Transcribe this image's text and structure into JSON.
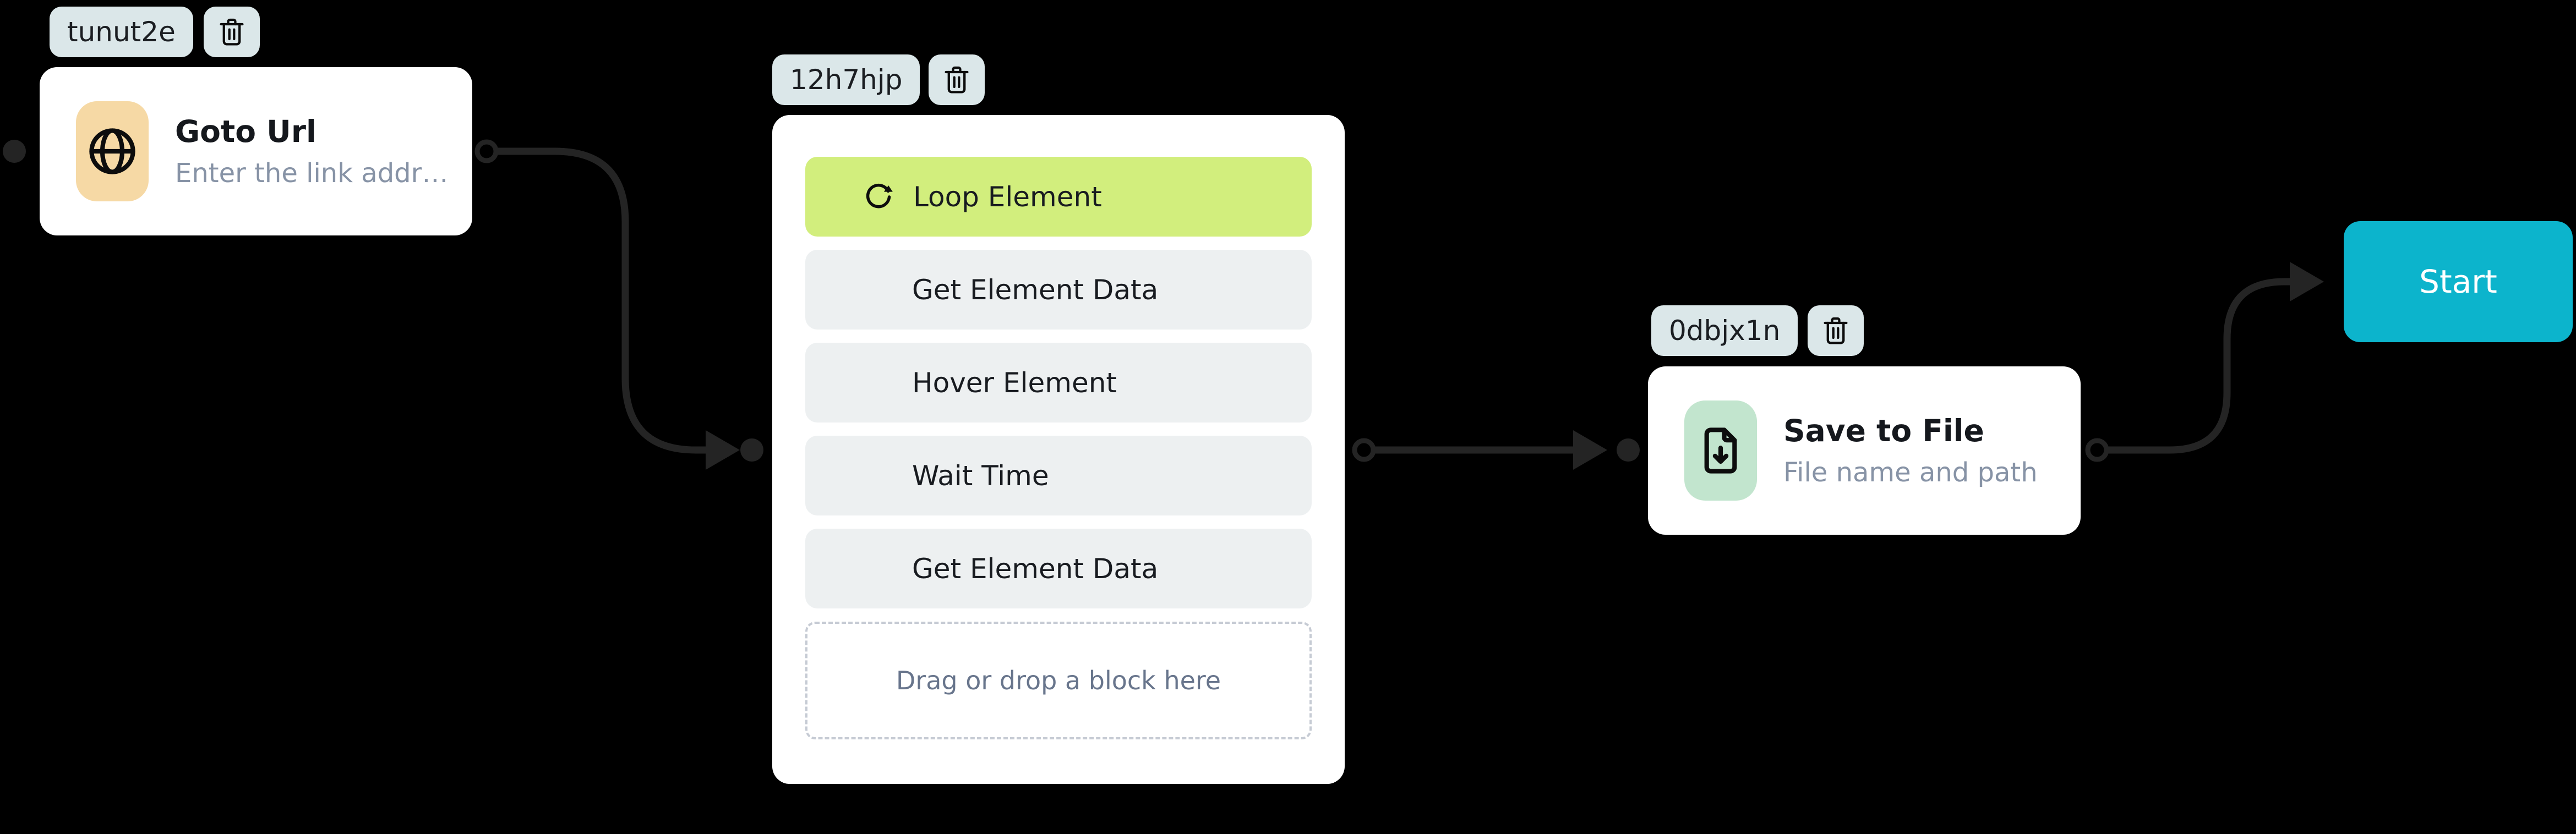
{
  "canvas": {
    "background": "#000000"
  },
  "colors": {
    "badge_bg": "#dbe7e9",
    "card_bg": "#ffffff",
    "loop_highlight_green": "#d2ee7d",
    "group_row_gray": "#edf0f1",
    "goto_icon_bg": "#f6d9a5",
    "save_icon_bg": "#c2e5ce",
    "start_bg": "#0cb4cc",
    "edge_color": "#242424",
    "subtitle_color": "#8793a6",
    "dropzone_text_color": "#68758c"
  },
  "nodes": {
    "goto_url": {
      "id_label": "tunut2e",
      "title": "Goto Url",
      "subtitle": "Enter the link addr…",
      "icon": "globe-icon"
    },
    "loop_group": {
      "id_label": "12h7hjp",
      "items": [
        {
          "label": "Loop Element",
          "icon": "loop-icon",
          "highlighted": true
        },
        {
          "label": "Get Element Data"
        },
        {
          "label": "Hover Element"
        },
        {
          "label": "Wait Time"
        },
        {
          "label": "Get Element Data"
        }
      ],
      "dropzone_label": "Drag or drop a block here"
    },
    "save_to_file": {
      "id_label": "0dbjx1n",
      "title": "Save to File",
      "subtitle": "File name and path",
      "icon": "file-download-icon"
    },
    "start": {
      "label": "Start"
    }
  }
}
